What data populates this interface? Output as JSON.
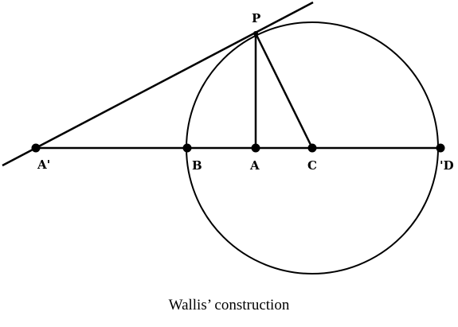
{
  "figure": {
    "caption": "Wallis’ construction",
    "stroke_color": "#000000",
    "background_color": "#ffffff",
    "labels": {
      "P": "P",
      "A_prime": "A'",
      "B": "B",
      "A": "A",
      "C": "C",
      "D": "'D"
    }
  }
}
